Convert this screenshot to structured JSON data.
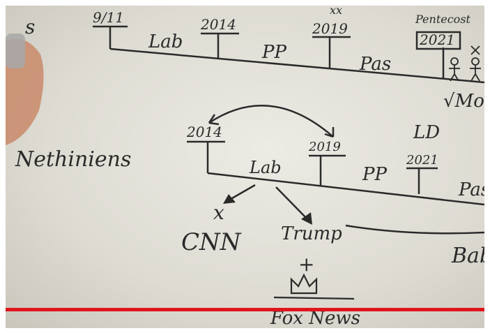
{
  "video": {
    "progress_fraction": 1.0
  },
  "whiteboard": {
    "top_timeline": {
      "dates": [
        "9/11",
        "2014",
        "2019",
        "2021"
      ],
      "label_above_2021": "Pentecost",
      "segments": [
        "Lab",
        "PP",
        "Pas"
      ],
      "right_note": "√Mo",
      "marks_above_2019": "xx"
    },
    "left_edge_text": "s",
    "heading": "Nethiniens",
    "lower_timeline": {
      "dates": [
        "2014",
        "2019",
        "2021"
      ],
      "segments": [
        "Lab",
        "PP",
        "Pas"
      ],
      "label_above_2021": "LD"
    },
    "arrow_targets": [
      "CNN",
      "Trump",
      "Fox News"
    ],
    "right_bottom_text": "Bab",
    "cross_symbol": "x",
    "plus_symbol": "+"
  }
}
